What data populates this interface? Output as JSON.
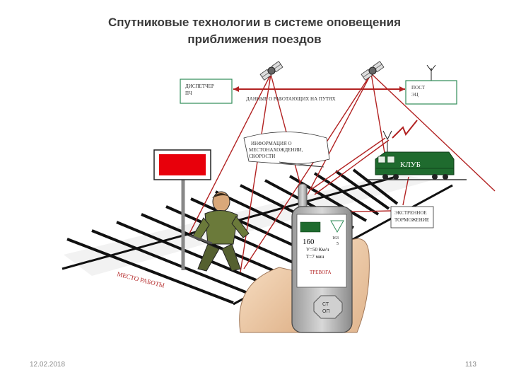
{
  "title": {
    "line1": "Спутниковые технологии в системе оповещения",
    "line2": "приближения поездов"
  },
  "boxes": {
    "dispatcher": {
      "line1": "ДИСПЕТЧЕР",
      "line2": "ПЧ"
    },
    "post": {
      "line1": "ПОСТ",
      "line2": "ЭЦ"
    }
  },
  "labels": {
    "track_data": "ДАННЫЕ О РАБОТАЮЩИХ НА ПУТЯХ",
    "location_info": [
      "ИНФОРМАЦИЯ О",
      "МЕСТОНАХОЖДЕНИИ,",
      "СКОРОСТИ"
    ],
    "emergency": [
      "ЭКСТРЕННОЕ",
      "ТОРМОЖЕНИЕ"
    ],
    "workplace": "МЕСТО РАБОТЫ",
    "train_name": "КЛУБ"
  },
  "device": {
    "distance": "160",
    "km": "163",
    "km_sub": "5",
    "speed": "V=50 Км/ч",
    "time": "T=7 мин",
    "alarm": "ТРЕВОГА",
    "stop_line1": "СТ",
    "stop_line2": "ОП"
  },
  "footer": {
    "date": "12.02.2018",
    "page": "113"
  },
  "colors": {
    "signal_line": "#b22222",
    "box_border": "#2e8b57",
    "train": "#1f6b2e",
    "sign_red": "#e8000b"
  }
}
